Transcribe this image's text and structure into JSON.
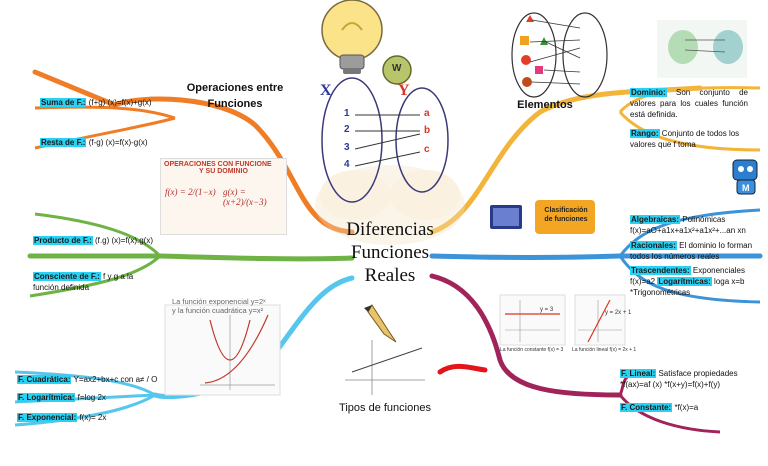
{
  "center": {
    "line1": "Diferencias",
    "line2": "Funciones",
    "line3": "Reales"
  },
  "operaciones": {
    "title_line1": "Operaciones entre",
    "title_line2": "Funciones",
    "suma_label": "Suma de F.:",
    "suma_text": " (f+g) (x)=f(x)+g(x)",
    "resta_label": "Resta de F.:",
    "resta_text": " (f-g) (x)=f(x)-g(x)",
    "producto_label": "Producto de F.:",
    "producto_text": " (f.g) (x)=f(x).g(x)",
    "cociente_label": "Consciente de F.:",
    "cociente_text1": " f y g a la",
    "cociente_text2": "función definida"
  },
  "operaciones_card": {
    "title1": "OPERACIONES CON FUNCIONE",
    "title2": "Y SU DOMINIO",
    "f_expr": "f(x) = 2/(1−x)",
    "g_expr": "g(x) = (x+2)/(x−3)"
  },
  "elementos": {
    "title": "Elementos",
    "dominio_label": "Dominio:",
    "dominio_text": " Son conjunto de valores para los cuales función está definida.",
    "rango_label": "Rango:",
    "rango_text": " Conjunto de todos los valores que f toma"
  },
  "mapping_diagram": {
    "x_label": "X",
    "y_label": "Y",
    "domain": [
      "1",
      "2",
      "3",
      "4"
    ],
    "codomain": [
      "a",
      "b",
      "c"
    ],
    "wk": "W"
  },
  "clasificacion": {
    "badge": "Clasificación de funciones",
    "algebraicas_label": "Algebraicas:",
    "algebraicas_text": " Polinómicas f(x)=aO+a1x+a1x²+a1x²+...an xn",
    "racionales_label": "Racionales:",
    "racionales_text": " El dominio lo forman todos los números reales",
    "trascendentes_label": "Trascendentes:",
    "trascendentes_text": " Exponenciales f(x)=a2 ",
    "logaritmicas_label": "Logarítmicas:",
    "logaritmicas_text": " loga x=b",
    "trig_text": "*Trigonométricas"
  },
  "tipos": {
    "title": "Tipos de funciones",
    "cuadratica_label": "F. Cuadrática:",
    "cuadratica_text": " Y=ax2+bx+c con a≠ / O",
    "logaritmica_label": "F. Logarítmica:",
    "logaritmica_text": " f=log 2x",
    "exponencial_label": "F. Exponencial:",
    "exponencial_text": " f(x)= 2x",
    "exp_card_line1": "La función exponencial  y=2ˣ",
    "exp_card_line2": "y la función cuadrática  y=x²"
  },
  "lineal": {
    "lineal_label": "F. Lineal:",
    "lineal_text1": " Satisface propiedades",
    "lineal_text2": "*f(ax)=af (x)  *f(x+y)=f(x)+f(y)",
    "constante_label": "F. Constante:",
    "constante_text": " *f(x)=a",
    "graph1_caption": "La función constante f(x) = 3",
    "graph2_caption": "La función lineal f(x) = 2x + 1",
    "graph1_label": "y = 3",
    "graph2_label": "y = 2x + 1"
  },
  "colors": {
    "orange": "#f07d25",
    "gold": "#f2b53a",
    "green": "#6fb246",
    "blue": "#3c93d8",
    "sky": "#57c6ec",
    "maroon": "#a0245a",
    "red": "#e4141b",
    "highlight": "#2ad1f2"
  }
}
